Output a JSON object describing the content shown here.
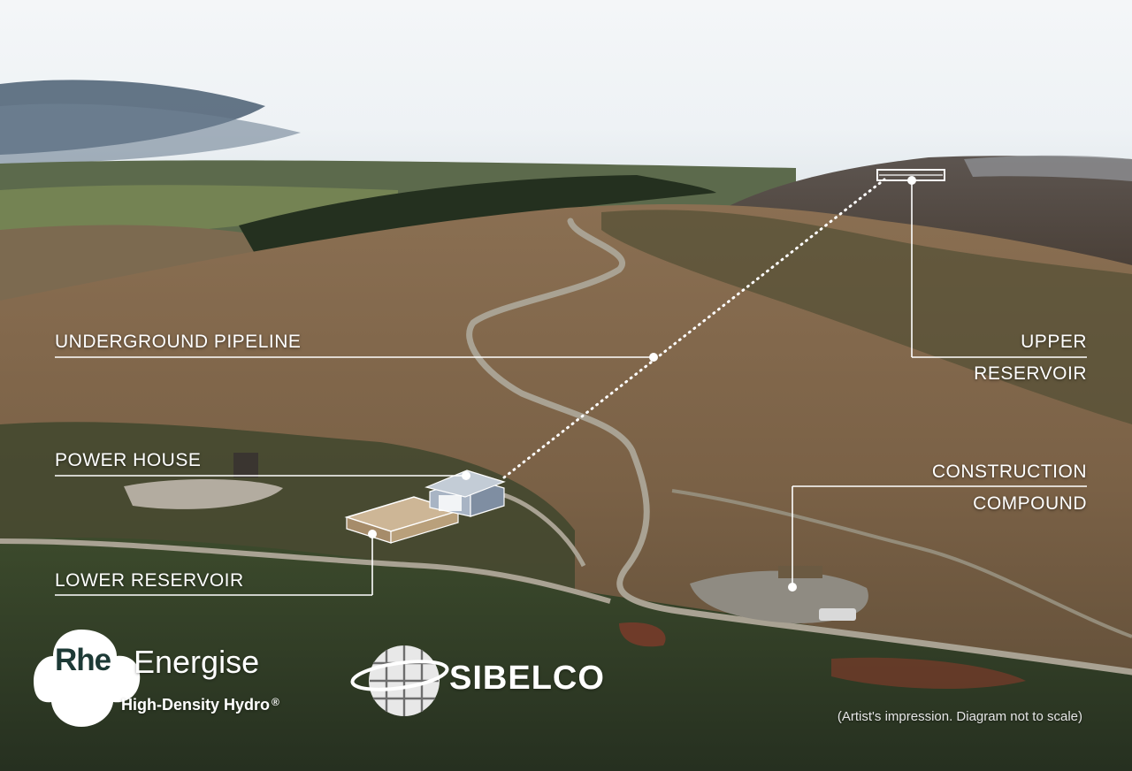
{
  "labels": {
    "underground_pipeline": "UNDERGROUND PIPELINE",
    "upper_reservoir_line1": "UPPER",
    "upper_reservoir_line2": "RESERVOIR",
    "power_house": "POWER HOUSE",
    "construction_compound_line1": "CONSTRUCTION",
    "construction_compound_line2": "COMPOUND",
    "lower_reservoir": "LOWER RESERVOIR"
  },
  "logos": {
    "rhe": "Rhe",
    "energise": "Energise",
    "tagline": "High-Density Hydro",
    "registered": "®",
    "sibelco": "SIBELCO"
  },
  "note": "(Artist's impression. Diagram not to scale)",
  "colors": {
    "annotation": "#ffffff",
    "rhe_logo_bg": "#ffffff",
    "rhe_logo_text": "#1d3a36"
  }
}
